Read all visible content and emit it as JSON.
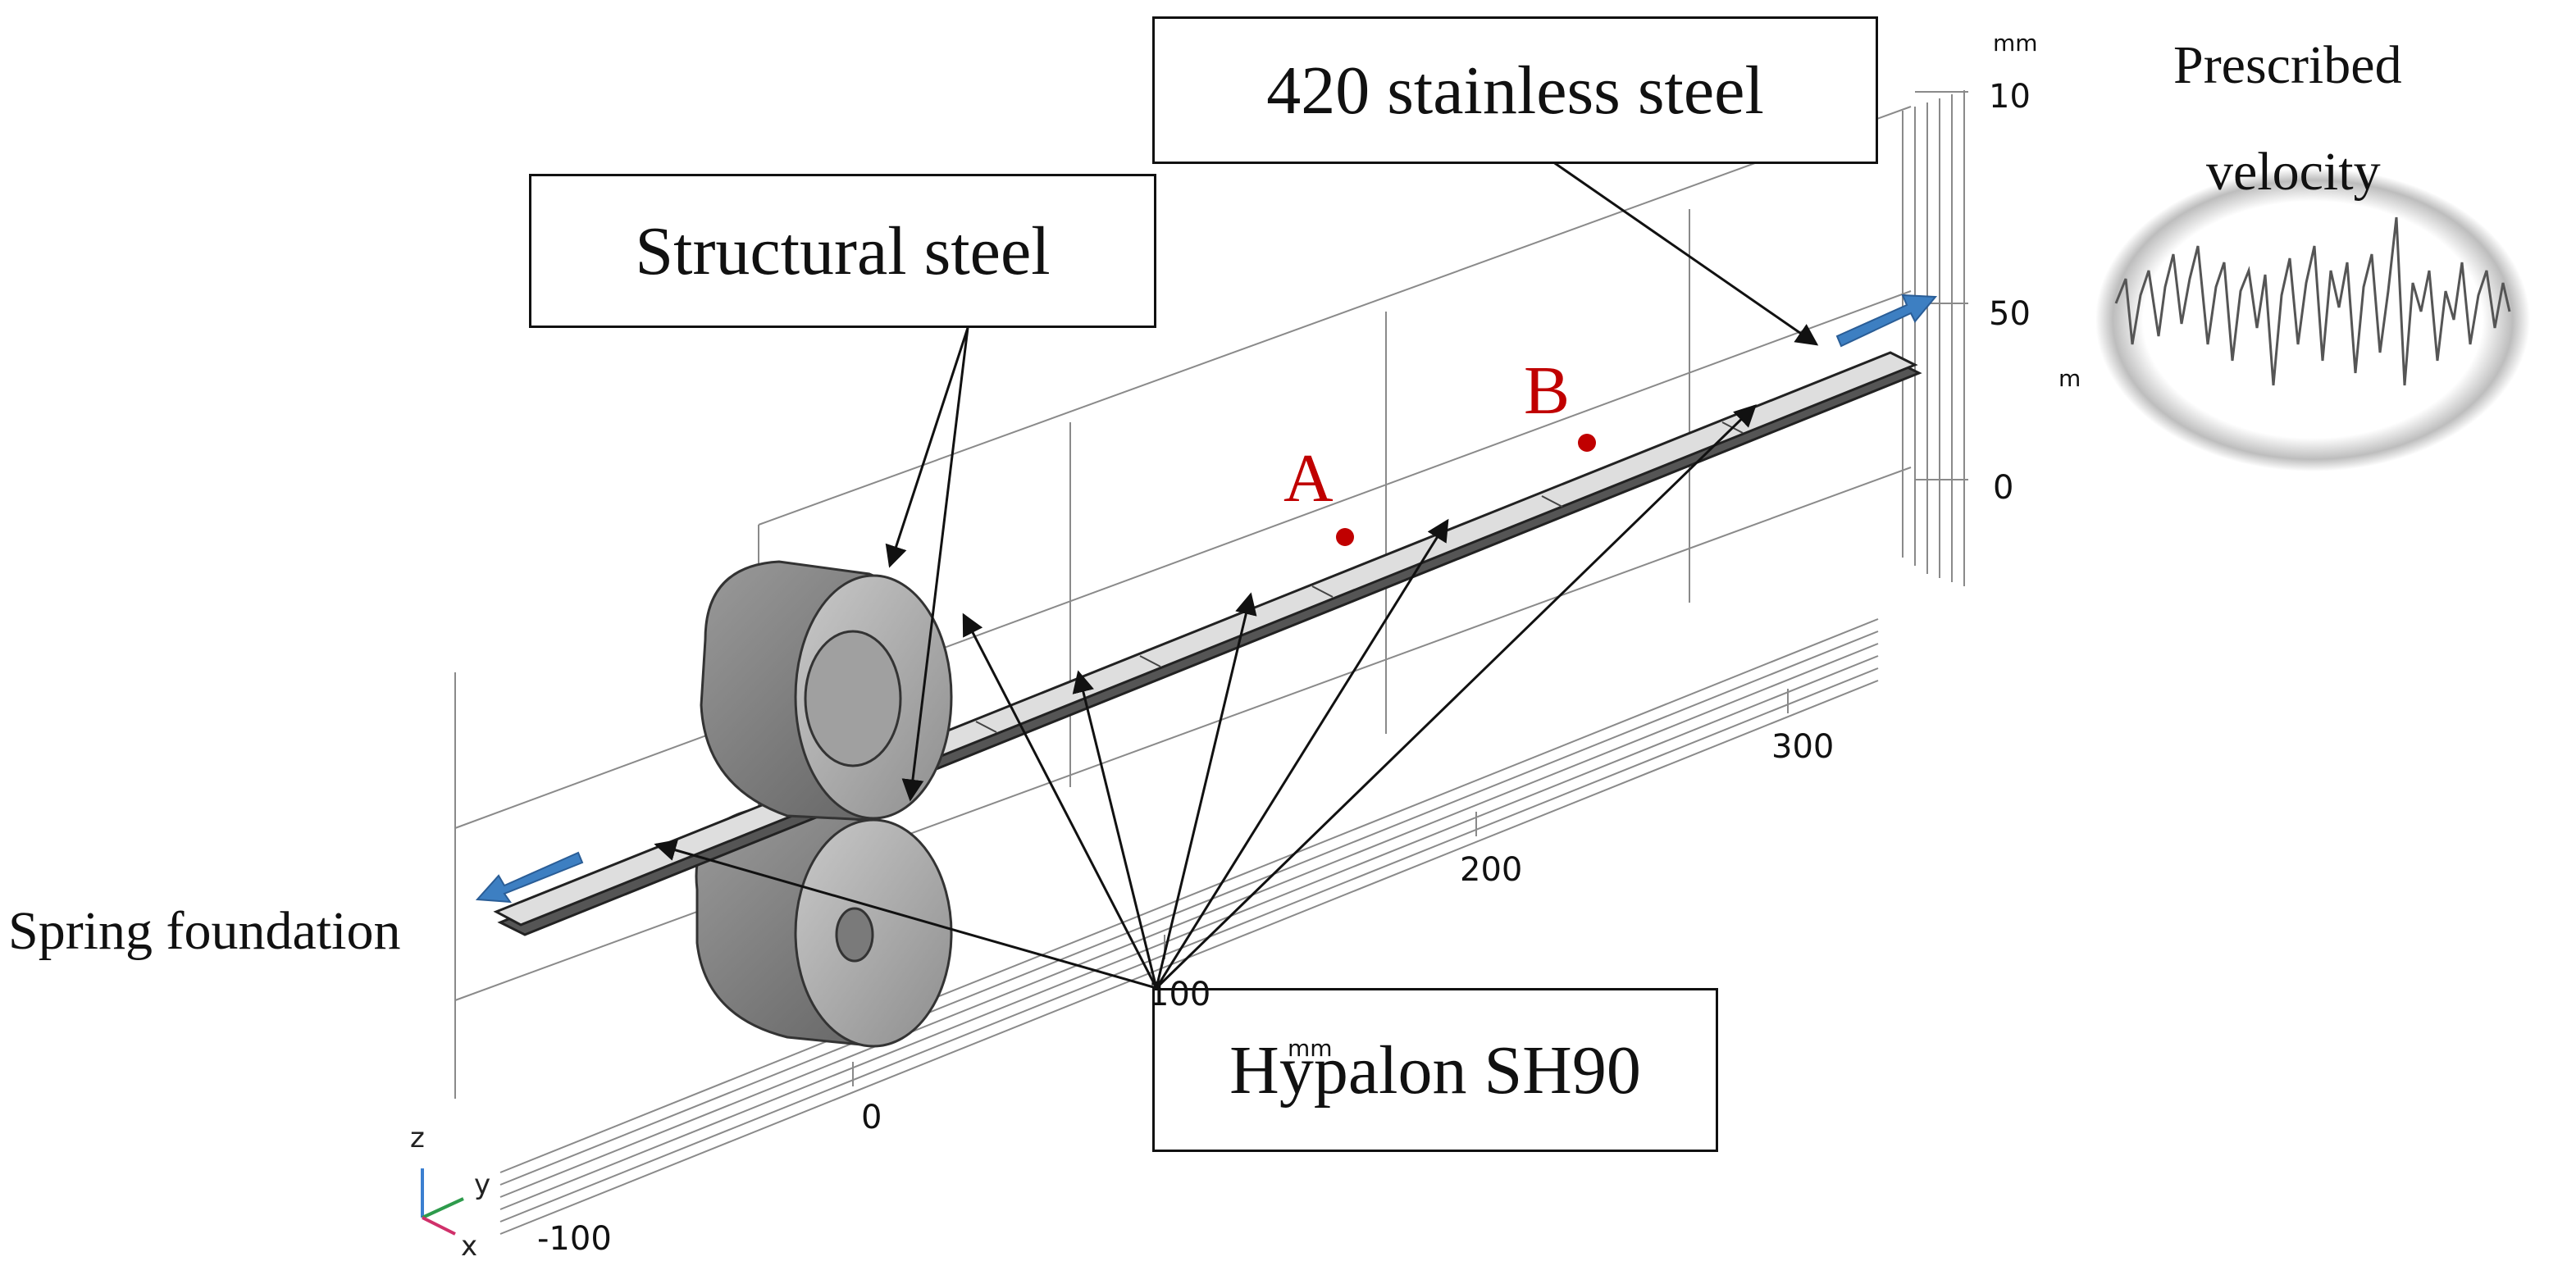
{
  "colors": {
    "point": "#c00000",
    "flow_arrow": "#3d7fc2",
    "strip_fill": "#d9d9d9",
    "roller_fill": "#8c8c8c",
    "grid": "#7a7a7a"
  },
  "callouts": {
    "structural_steel": "Structural steel",
    "stainless_steel": "420 stainless steel",
    "hypalon": "Hypalon SH90"
  },
  "labels": {
    "spring_foundation": "Spring foundation",
    "prescribed_line1": "Prescribed",
    "prescribed_line2": "velocity"
  },
  "points": {
    "a": "A",
    "b": "B"
  },
  "axes": {
    "z_unit": "mm",
    "x_unit": "mm",
    "side_unit": "m",
    "z_ticks": [
      "10",
      "50",
      "0"
    ],
    "x_ticks": [
      "-100",
      "0",
      "100",
      "200",
      "300"
    ]
  },
  "triad": {
    "z": "z",
    "y": "y",
    "x": "x"
  },
  "icons": {
    "upper_roller": "cylinder-roller-icon",
    "lower_roller": "cylinder-roller-icon",
    "left_arrow": "flow-arrow-left-icon",
    "right_arrow": "flow-arrow-right-icon",
    "inset": "velocity-signal-inset-icon"
  }
}
